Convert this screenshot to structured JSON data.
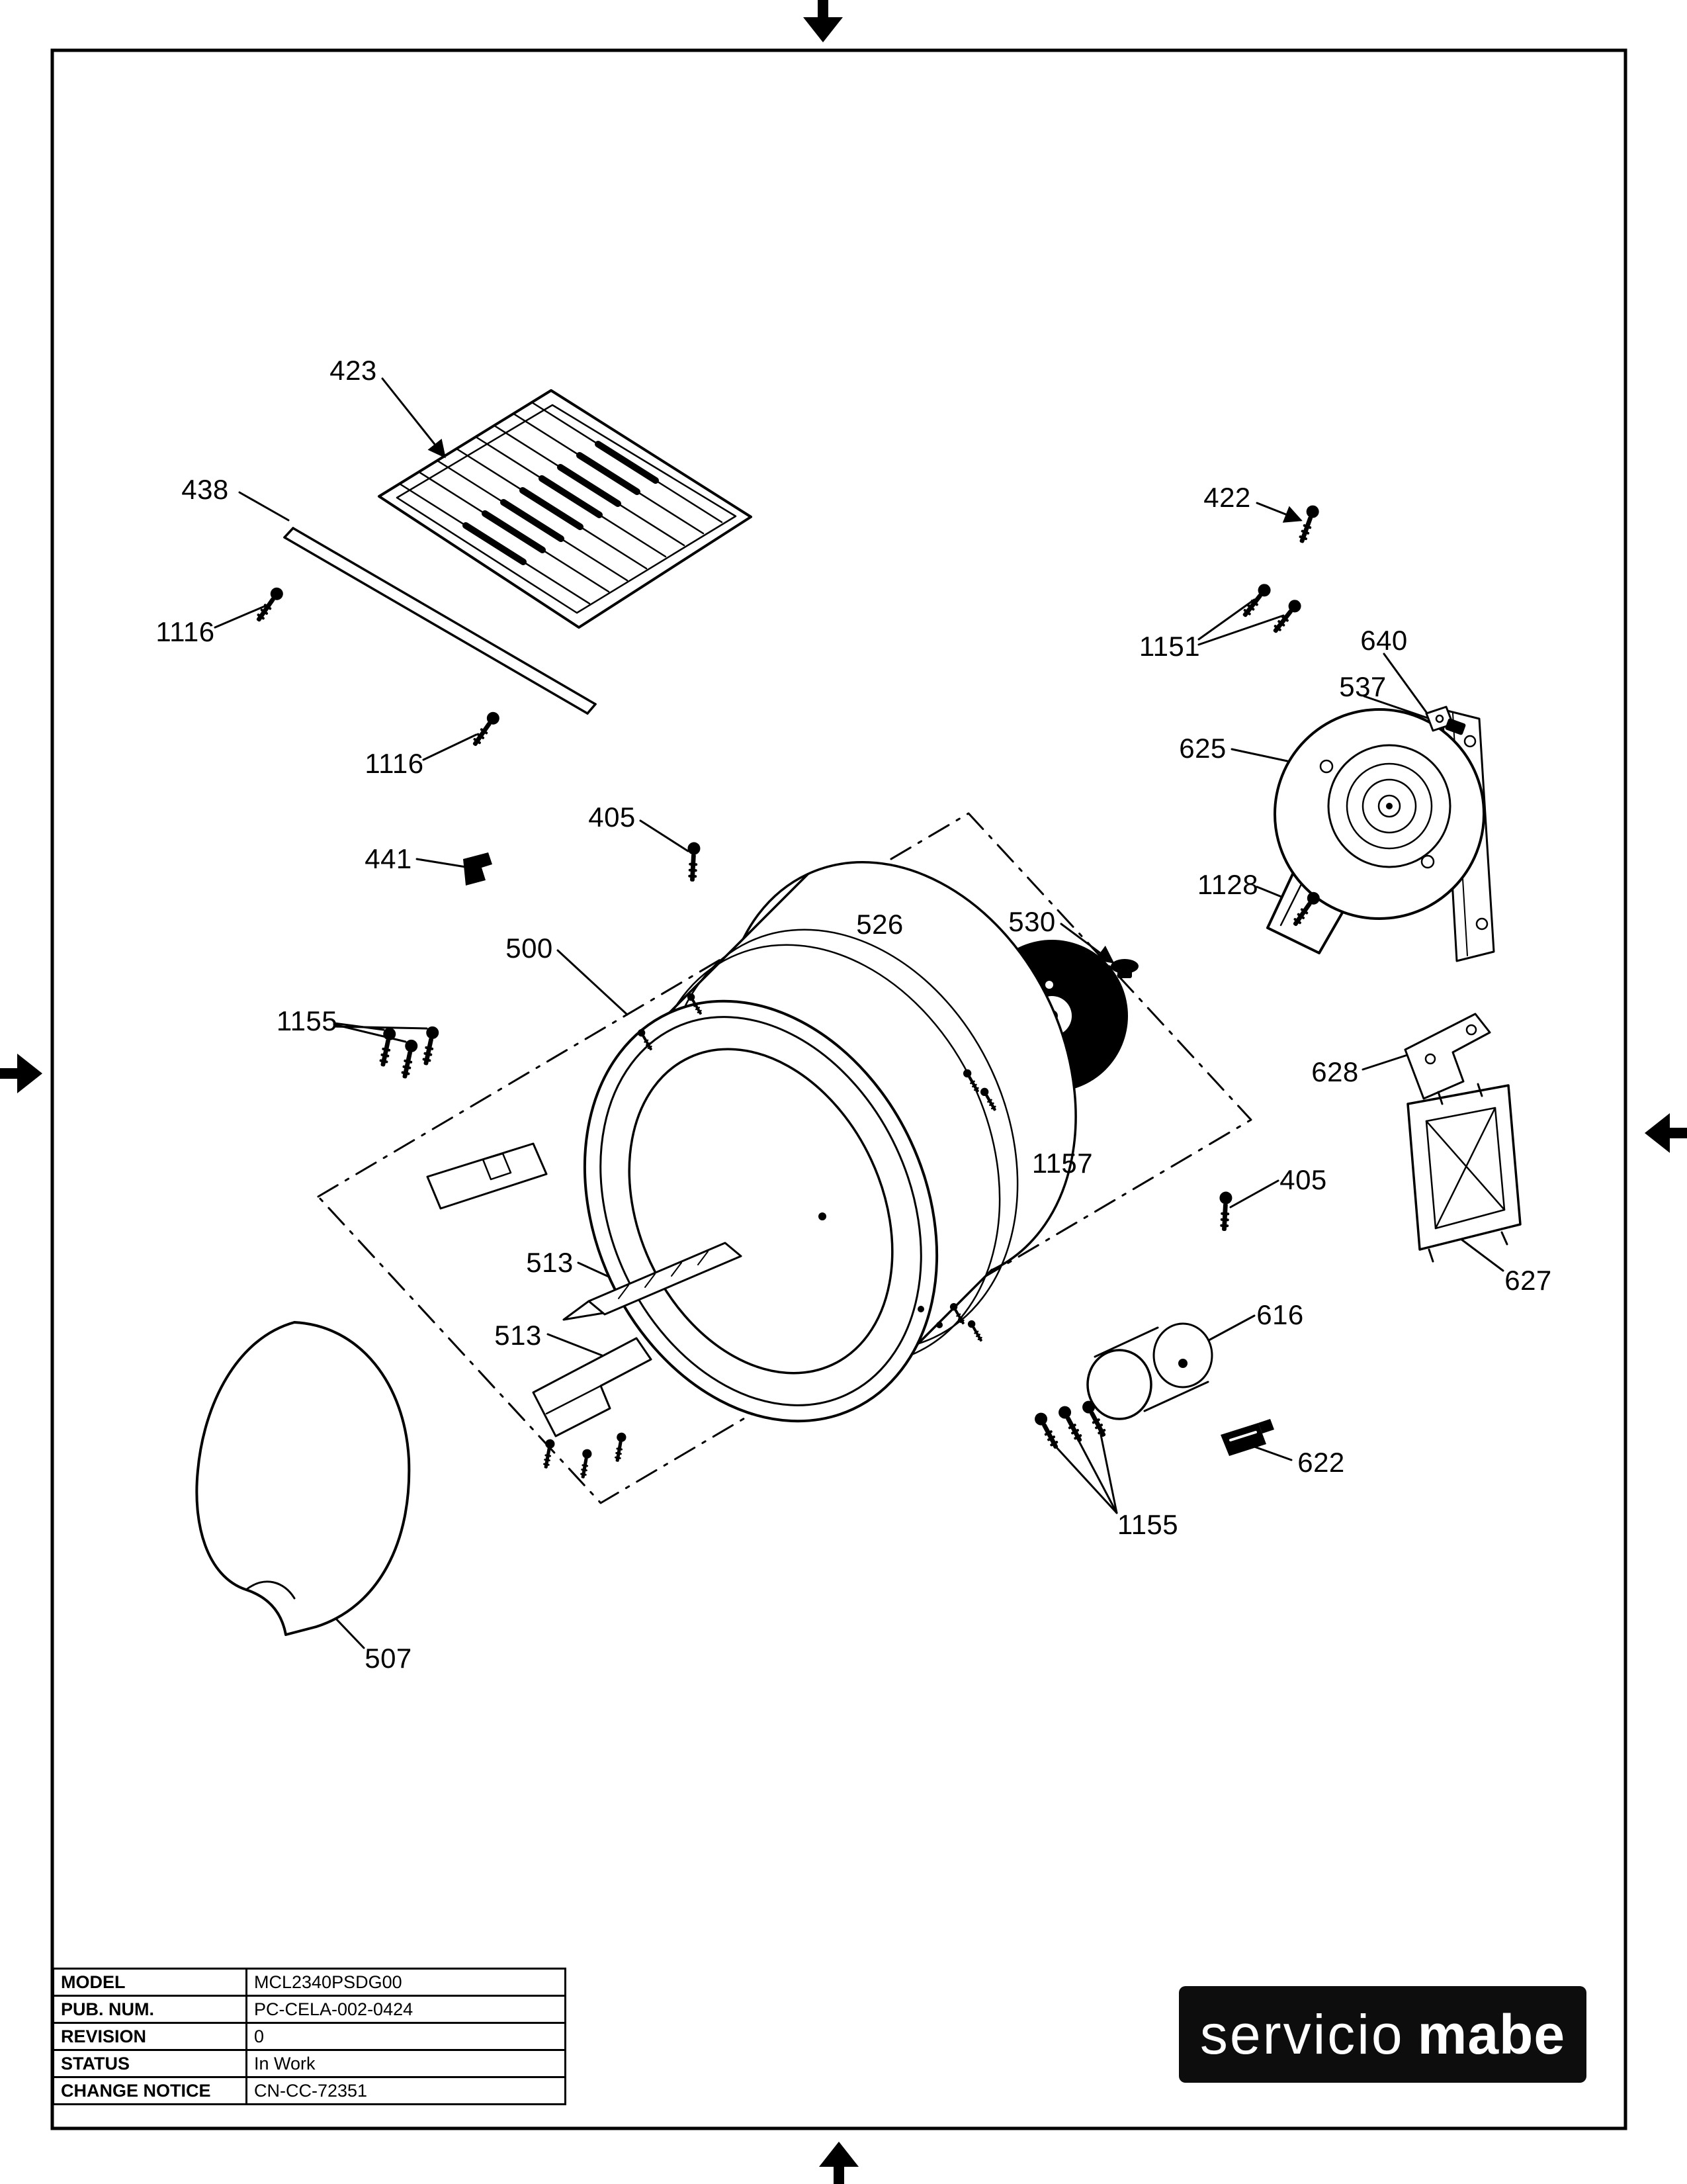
{
  "callouts": [
    {
      "label": "423"
    },
    {
      "label": "438"
    },
    {
      "label": "422"
    },
    {
      "label": "1116"
    },
    {
      "label": "1151"
    },
    {
      "label": "640"
    },
    {
      "label": "537"
    },
    {
      "label": "625"
    },
    {
      "label": "1116"
    },
    {
      "label": "405"
    },
    {
      "label": "441"
    },
    {
      "label": "1128"
    },
    {
      "label": "526"
    },
    {
      "label": "530"
    },
    {
      "label": "500"
    },
    {
      "label": "1155"
    },
    {
      "label": "628"
    },
    {
      "label": "1157"
    },
    {
      "label": "405"
    },
    {
      "label": "627"
    },
    {
      "label": "513"
    },
    {
      "label": "513"
    },
    {
      "label": "616"
    },
    {
      "label": "622"
    },
    {
      "label": "1155"
    },
    {
      "label": "507"
    }
  ],
  "title_block": {
    "rows": [
      {
        "label": "MODEL",
        "value": "MCL2340PSDG00"
      },
      {
        "label": "PUB. NUM.",
        "value": "PC-CELA-002-0424"
      },
      {
        "label": "REVISION",
        "value": "0"
      },
      {
        "label": "STATUS",
        "value": "In Work"
      },
      {
        "label": "CHANGE NOTICE",
        "value": "CN-CC-72351"
      }
    ]
  },
  "logo": {
    "servicio": "servicio",
    "mabe": "mabe"
  },
  "colors": {
    "ink": "#000000",
    "paper": "#ffffff",
    "logo_bg": "#0d0d0d"
  }
}
